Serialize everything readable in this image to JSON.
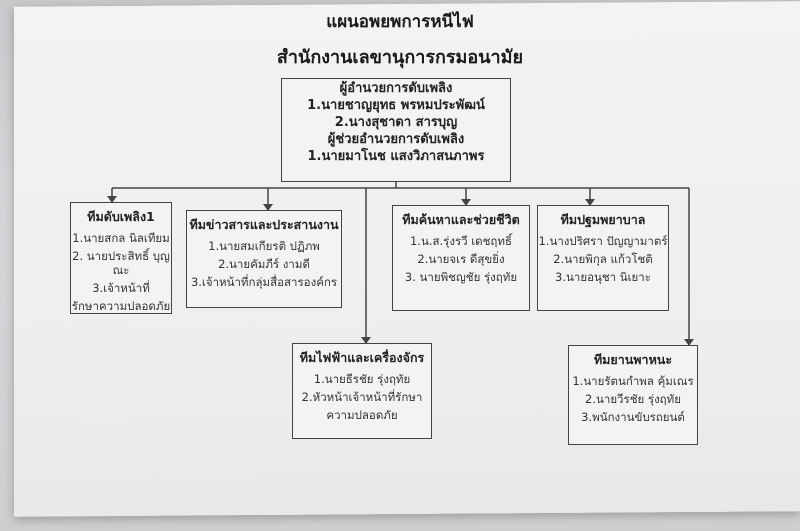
{
  "chart": {
    "title": "แผนอพยพการหนีไฟ",
    "subtitle": "สำนักงานเลขานุการกรมอนามัย",
    "top": {
      "lines": [
        "ผู้อำนวยการดับเพลิง",
        "1.นายชาญยุทธ พรหมประพัฒน์",
        "2.นางสุชาดา  สารบุญ",
        "ผู้ช่วยอำนวยการดับเพลิง",
        "1.นายมาโนช  แสงวิภาสนภาพร"
      ]
    },
    "teams": [
      {
        "head": "ทีมดับเพลิง1",
        "members": [
          "1.นายสกล นิลเทียม",
          "2. นายประสิทธิ์ บุญณะ",
          "3.เจ้าหน้าที่",
          "รักษาความปลอดภัย"
        ]
      },
      {
        "head": "ทีมข่าวสารและประสานงาน",
        "members": [
          "1.นายสมเกียรติ ปฏิภพ",
          "2.นายคัมภีร์ งามดี",
          "3.เจ้าหน้าที่กลุ่มสื่อสารองค์กร"
        ]
      },
      {
        "head": "ทีมค้นหาและช่วยชีวิต",
        "members": [
          "1.น.ส.รุ่งรวี เดชฤทธิ์",
          "2.นายจเร ดีสุขยิ่ง",
          "3. นายพิชญชัย รุ่งฤทัย"
        ]
      },
      {
        "head": "ทีมปฐมพยาบาล",
        "members": [
          "1.นางปริศรา ปัญญามาตร์",
          "2.นายพิกุล แก้วโชติ",
          "3.นายอนุชา นิเยาะ"
        ]
      },
      {
        "head": "ทีมไฟฟ้าและเครื่องจักร",
        "members": [
          "1.นายธีรชัย รุ่งฤทัย",
          "2.หัวหน้าเจ้าหน้าที่รักษา",
          "ความปลอดภัย"
        ]
      },
      {
        "head": "ทีมยานพาหนะ",
        "members": [
          "1.นายรัตนกำพล คุ้มเณร",
          "2.นายวีรชัย รุ่งฤทัย",
          "3.พนักงานขับรถยนต์"
        ]
      }
    ]
  }
}
